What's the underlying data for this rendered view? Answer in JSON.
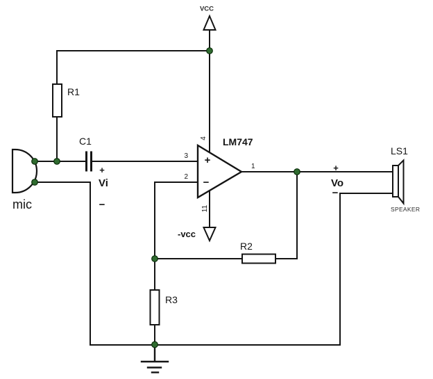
{
  "colors": {
    "wire": "#141414",
    "junction_dot": "#2f6b2f",
    "junction_outline": "#0a2d0a"
  },
  "power": {
    "vcc_label": "VCC",
    "neg_vcc_label": "-vcc"
  },
  "mic": {
    "label": "mic"
  },
  "components": {
    "r1": "R1",
    "r2": "R2",
    "r3": "R3",
    "c1": "C1",
    "opamp_part": "LM747",
    "speaker_ref": "LS1",
    "speaker_type": "SPEAKER"
  },
  "opamp_pins": {
    "noninverting": "3",
    "inverting": "2",
    "output": "1",
    "vcc": "4",
    "neg_vcc": "11",
    "plus_mark": "+",
    "minus_mark": "−"
  },
  "input_signal": {
    "plus": "+",
    "label": "Vi",
    "minus": "−"
  },
  "output_signal": {
    "plus": "+",
    "label": "Vo",
    "minus": "−"
  }
}
